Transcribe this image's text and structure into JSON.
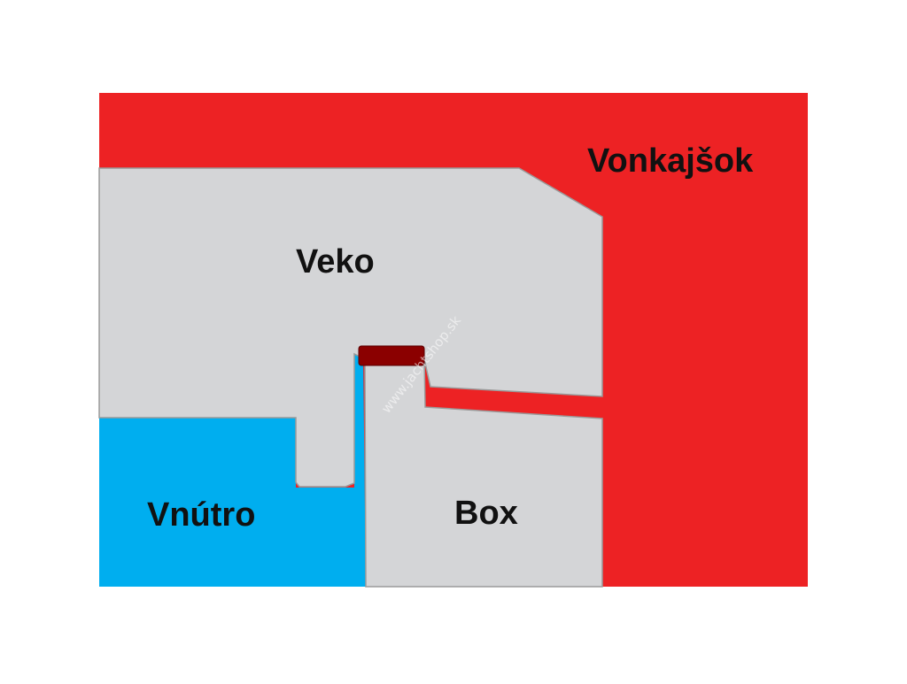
{
  "diagram": {
    "labels": {
      "outside": "Vonkajšok",
      "lid": "Veko",
      "inside": "Vnútro",
      "box": "Box"
    },
    "watermark": "www.jachtshop.sk",
    "colors": {
      "outside": "#ed2224",
      "lid": "#d4d5d7",
      "inside": "#00aeef",
      "box": "#d4d5d7",
      "seal": "#8b0000",
      "outline": "#9a9a9a",
      "background": "#ffffff"
    }
  }
}
